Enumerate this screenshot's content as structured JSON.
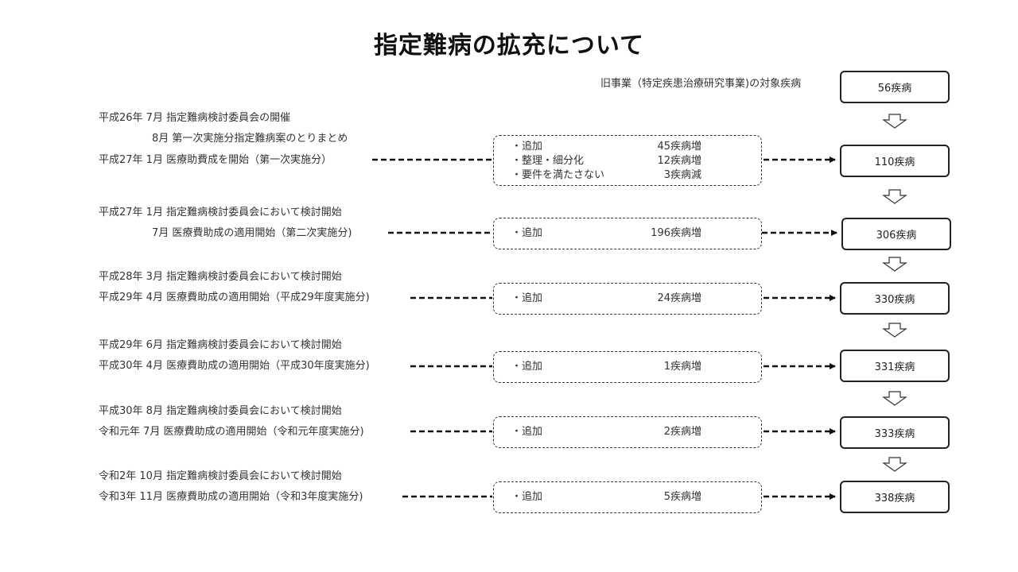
{
  "title": "指定難病の拡充について",
  "former": {
    "label": "旧事業（特定疾患治療研究事業)の対象疾病",
    "count": "56疾病"
  },
  "stages": [
    {
      "events": [
        "平成26年  7月    指定難病検討委員会の開催",
        "8月    第一次実施分指定難病案のとりまとめ",
        "平成27年  1月    医療助費成を開始（第一次実施分）"
      ],
      "changes": [
        {
          "label": "・追加",
          "value": "45疾病増"
        },
        {
          "label": "・整理・細分化",
          "value": "12疾病増"
        },
        {
          "label": "・要件を満たさない",
          "value": "3疾病減"
        }
      ],
      "count": "110疾病"
    },
    {
      "events": [
        "平成27年  1月    指定難病検討委員会において検討開始",
        "7月    医療費助成の適用開始（第二次実施分)"
      ],
      "changes": [
        {
          "label": "・追加",
          "value": "196疾病増"
        }
      ],
      "count": "306疾病"
    },
    {
      "events": [
        "平成28年 3月    指定難病検討委員会において検討開始",
        "平成29年 4月    医療費助成の適用開始（平成29年度実施分)"
      ],
      "changes": [
        {
          "label": "・追加",
          "value": "24疾病増"
        }
      ],
      "count": "330疾病"
    },
    {
      "events": [
        "平成29年 6月    指定難病検討委員会において検討開始",
        "平成30年 4月    医療費助成の適用開始（平成30年度実施分)"
      ],
      "changes": [
        {
          "label": "・追加",
          "value": "1疾病増"
        }
      ],
      "count": "331疾病"
    },
    {
      "events": [
        "平成30年  8月    指定難病検討委員会において検討開始",
        "令和元年  7月    医療費助成の適用開始（令和元年度実施分)"
      ],
      "changes": [
        {
          "label": "・追加",
          "value": "2疾病増"
        }
      ],
      "count": "333疾病"
    },
    {
      "events": [
        "令和2年 10月    指定難病検討委員会において検討開始",
        "令和3年 11月    医療費助成の適用開始（令和3年度実施分)"
      ],
      "changes": [
        {
          "label": "・追加",
          "value": "5疾病増"
        }
      ],
      "count": "338疾病"
    }
  ]
}
